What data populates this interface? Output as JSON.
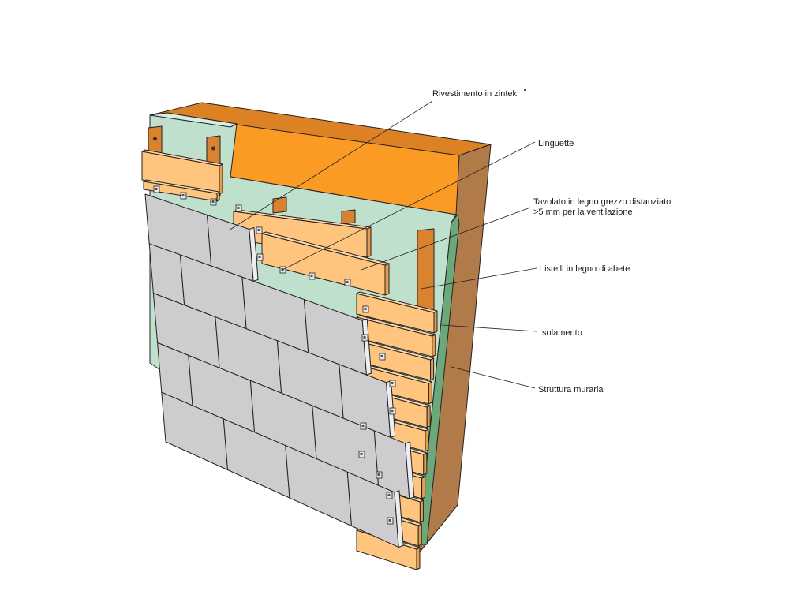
{
  "colors": {
    "wall_top": "#dd8224",
    "wall_side": "#b07b48",
    "wall_front": "#fb9b24",
    "insulation": "#bfe0cc",
    "insulation_edge": "#6ca87a",
    "wood": "#ffc47e",
    "wood_dark": "#e89d4c",
    "batten": "#d9822f",
    "tile": "#cdcdcf",
    "tile_edge": "#ededef",
    "outline": "#222222"
  },
  "callouts": [
    {
      "id": "rivestimento",
      "lines": [
        "Rivestimento in zintek"
      ]
    },
    {
      "id": "linguette",
      "lines": [
        "Linguette"
      ]
    },
    {
      "id": "tavolato",
      "lines": [
        "Tavolato in legno grezzo distanziato",
        ">5 mm per la ventilazione"
      ]
    },
    {
      "id": "listelli",
      "lines": [
        "Listelli in legno di abete"
      ]
    },
    {
      "id": "isolamento",
      "lines": [
        "Isolamento"
      ]
    },
    {
      "id": "struttura",
      "lines": [
        "Struttura muraria"
      ]
    }
  ]
}
